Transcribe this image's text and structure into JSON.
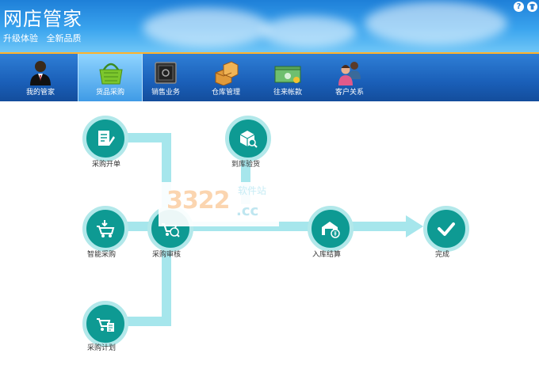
{
  "header": {
    "title": "网店管家",
    "subtitle_a": "升级体验",
    "subtitle_b": "全新品质",
    "help_symbol": "?"
  },
  "toolbar": {
    "items": [
      {
        "label": "我的管家",
        "icon": "person-icon",
        "active": false
      },
      {
        "label": "货品采购",
        "icon": "basket-icon",
        "active": true
      },
      {
        "label": "销售业务",
        "icon": "safe-icon",
        "active": false
      },
      {
        "label": "仓库管理",
        "icon": "boxes-icon",
        "active": false
      },
      {
        "label": "往来帐款",
        "icon": "cash-icon",
        "active": false
      },
      {
        "label": "客户关系",
        "icon": "people-icon",
        "active": false
      }
    ]
  },
  "flow": {
    "nodes": {
      "order": "采购开单",
      "inspect": "到库验货",
      "smart": "智能采购",
      "audit": "采购审核",
      "settle": "入库结算",
      "done": "完成",
      "plan": "采购计划"
    }
  },
  "watermark": {
    "number": "3322",
    "suffix": ".cc",
    "site": "软件站"
  },
  "colors": {
    "accent": "#0e9a93",
    "ring": "#b2e8ea",
    "line": "#a6e6ec",
    "header_top": "#1e7fd8",
    "toolbar": "#1a5fb8",
    "toolbar_border": "#ffb22a"
  }
}
